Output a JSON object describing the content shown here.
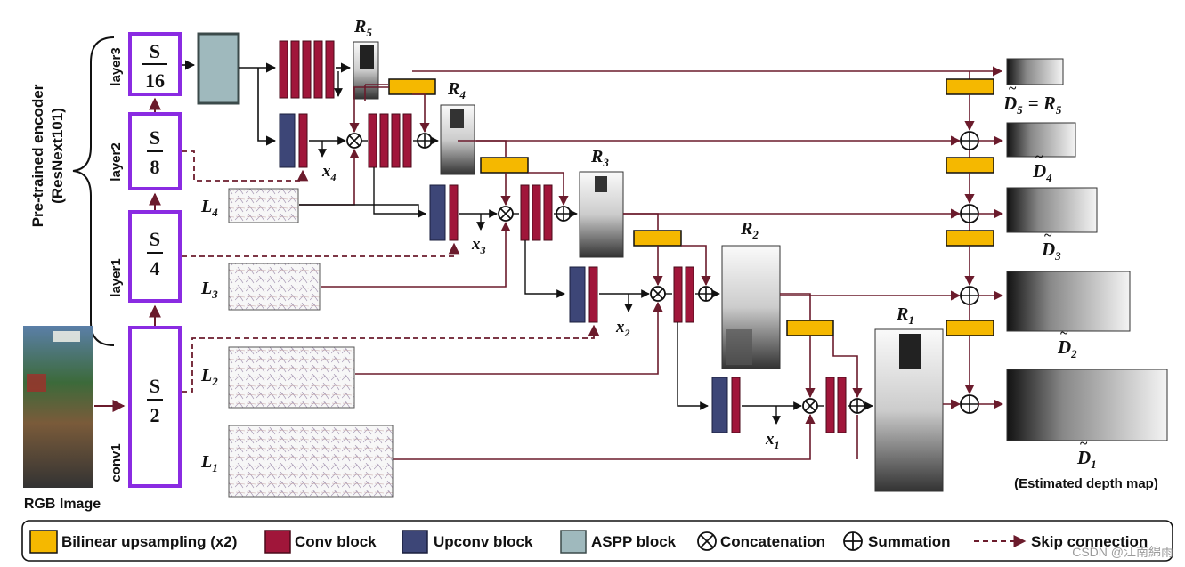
{
  "encoder": {
    "title": "Pre-trained encoder",
    "subtitle": "(ResNext101)",
    "rgb_label": "RGB Image",
    "layers": [
      {
        "name": "conv1",
        "num": "S",
        "den": "2"
      },
      {
        "name": "layer1",
        "num": "S",
        "den": "4"
      },
      {
        "name": "layer2",
        "num": "S",
        "den": "8"
      },
      {
        "name": "layer3",
        "num": "S",
        "den": "16"
      }
    ]
  },
  "lap": {
    "L1": {
      "main": "L",
      "sub": "1"
    },
    "L2": {
      "main": "L",
      "sub": "2"
    },
    "L3": {
      "main": "L",
      "sub": "3"
    },
    "L4": {
      "main": "L",
      "sub": "4"
    }
  },
  "res": {
    "R1": {
      "main": "R",
      "sub": "1"
    },
    "R2": {
      "main": "R",
      "sub": "2"
    },
    "R3": {
      "main": "R",
      "sub": "3"
    },
    "R4": {
      "main": "R",
      "sub": "4"
    },
    "R5": {
      "main": "R",
      "sub": "5"
    }
  },
  "feat": {
    "x1": {
      "main": "x",
      "sub": "1"
    },
    "x2": {
      "main": "x",
      "sub": "2"
    },
    "x3": {
      "main": "x",
      "sub": "3"
    },
    "x4": {
      "main": "x",
      "sub": "4"
    }
  },
  "outputs": {
    "D1": {
      "main": "D",
      "sub": "1",
      "note": "(Estimated depth map)"
    },
    "D2": {
      "main": "D",
      "sub": "2"
    },
    "D3": {
      "main": "D",
      "sub": "3"
    },
    "D4": {
      "main": "D",
      "sub": "4"
    },
    "D5": {
      "main": "D",
      "sub": "5",
      "eq": "= R",
      "eq_sub": "5"
    }
  },
  "legend": {
    "upsample": "Bilinear upsampling (x2)",
    "conv": "Conv block",
    "upconv": "Upconv block",
    "aspp": "ASPP block",
    "concat": "Concatenation",
    "sum": "Summation",
    "skip": "Skip connection"
  },
  "watermark": "CSDN @江南綿雨",
  "colors": {
    "arrow": "#6b1b2c",
    "encoder_border": "#8a2be2",
    "upsample": "#f5b800",
    "conv": "#a0163a",
    "upconv": "#3d4677",
    "aspp": "#9fb9bd"
  }
}
